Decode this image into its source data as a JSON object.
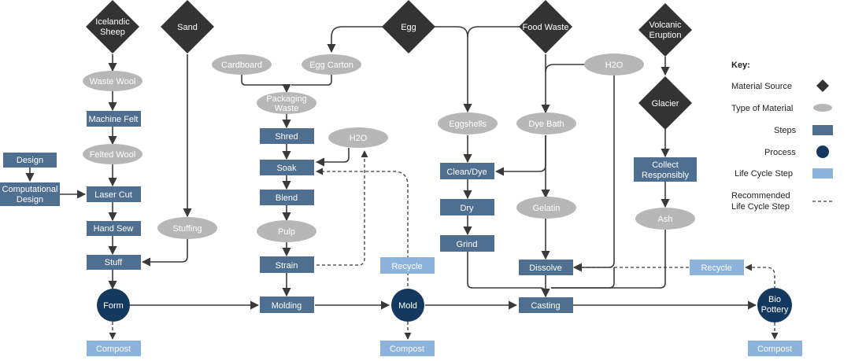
{
  "colors": {
    "source": "#333333",
    "material": "#b7b7b8",
    "step": "#4f6f91",
    "process": "#14395e",
    "lifecycle": "#8cb3dc",
    "line": "#3a3a3a"
  },
  "sources": {
    "sheep": [
      "Icelandic",
      "Sheep"
    ],
    "sand": "Sand",
    "egg": "Egg",
    "food_waste": "Food Waste",
    "volcanic": [
      "Volcanic",
      "Eruption"
    ],
    "glacier": "Glacier"
  },
  "materials": {
    "waste_wool": "Waste Wool",
    "felted_wool": "Felted Wool",
    "stuffing": "Stuffing",
    "cardboard": "Cardboard",
    "egg_carton": "Egg Carton",
    "packaging_waste": [
      "Packaging",
      "Waste"
    ],
    "h2o_left": "H2O",
    "pulp": "Pulp",
    "eggshells": "Eggshells",
    "dye_bath": "Dye Bath",
    "h2o_right": "H2O",
    "gelatin": "Gelatin",
    "ash": "Ash"
  },
  "steps": {
    "design": "Design",
    "computational_design": [
      "Computational",
      "Design"
    ],
    "machine_felt": "Machine Felt",
    "laser_cut": "Laser Cut",
    "hand_sew": "Hand Sew",
    "stuff": "Stuff",
    "shred": "Shred",
    "soak": "Soak",
    "blend": "Blend",
    "strain": "Strain",
    "molding": "Molding",
    "clean_dye": "Clean/Dye",
    "dry": "Dry",
    "grind": "Grind",
    "dissolve": "Dissolve",
    "casting": "Casting",
    "collect_responsibly": [
      "Collect",
      "Responsibly"
    ]
  },
  "processes": {
    "form": "Form",
    "mold": "Mold",
    "bio_pottery": [
      "Bio",
      "Pottery"
    ]
  },
  "lifecycle": {
    "compost_1": "Compost",
    "compost_2": "Compost",
    "compost_3": "Compost",
    "recycle_1": "Recycle",
    "recycle_2": "Recycle"
  },
  "key": {
    "title": "Key:",
    "material_source": "Material Source",
    "type_of_material": "Type of Material",
    "steps": "Steps",
    "process": "Process",
    "life_cycle_step": "Life Cycle Step",
    "recommended": [
      "Recommended",
      "Life Cycle Step"
    ]
  }
}
